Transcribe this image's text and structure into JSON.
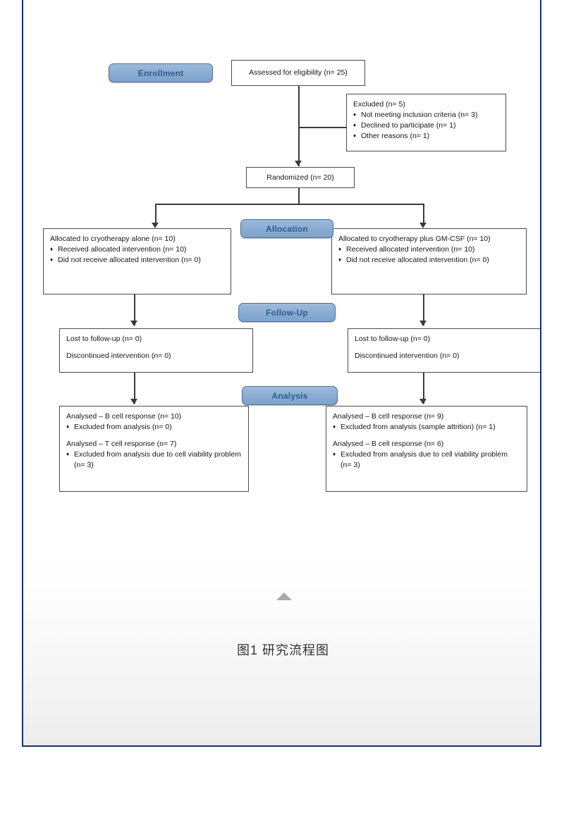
{
  "figure": {
    "caption": "图1 研究流程图",
    "scroll_top_icon": "triangle-up-icon"
  },
  "colors": {
    "page_border": "#16306b",
    "stage_fill": "#8cadd3",
    "stage_border": "#50718f",
    "stage_text": "#2d5c8e",
    "box_border": "#4b4b4b",
    "connector": "#3a3a3a",
    "caption_text": "#333333"
  },
  "stages": [
    {
      "label": "Enrollment"
    },
    {
      "label": "Allocation"
    },
    {
      "label": "Follow-Up"
    },
    {
      "label": "Analysis"
    }
  ],
  "nodes": {
    "assessed": {
      "title": "Assessed for eligibility (n= 25)"
    },
    "excluded": {
      "title": "Excluded (n= 5)",
      "bullets": [
        "Not meeting inclusion criteria (n= 3)",
        "Declined to participate (n= 1)",
        "Other reasons (n= 1)"
      ]
    },
    "randomized": {
      "title": "Randomized (n= 20)"
    },
    "alloc_left": {
      "title": "Allocated to cryotherapy alone (n= 10)",
      "bullets": [
        "Received allocated intervention (n= 10)",
        "Did not receive allocated intervention (n= 0)"
      ]
    },
    "alloc_right": {
      "title": "Allocated to cryotherapy plus GM-CSF (n= 10)",
      "bullets": [
        "Received allocated intervention (n= 10)",
        "Did not receive allocated intervention (n= 0)"
      ]
    },
    "follow_left": {
      "line1": "Lost to follow-up (n= 0)",
      "line2": "Discontinued intervention (n= 0)"
    },
    "follow_right": {
      "line1": "Lost to follow-up (n= 0)",
      "line2": "Discontinued intervention (n= 0)"
    },
    "analysis_left": {
      "title1": "Analysed – B cell response (n= 10)",
      "bullet1": "Excluded from analysis (n= 0)",
      "title2": "Analysed – T cell response (n= 7)",
      "bullet2": "Excluded from analysis due to cell viability problem (n= 3)"
    },
    "analysis_right": {
      "title1": "Analysed – B cell response (n= 9)",
      "bullet1": "Excluded from analysis (sample attrition) (n= 1)",
      "title2": "Analysed – B cell response (n= 6)",
      "bullet2": "Excluded from analysis due to cell viability problem (n= 3)"
    }
  }
}
